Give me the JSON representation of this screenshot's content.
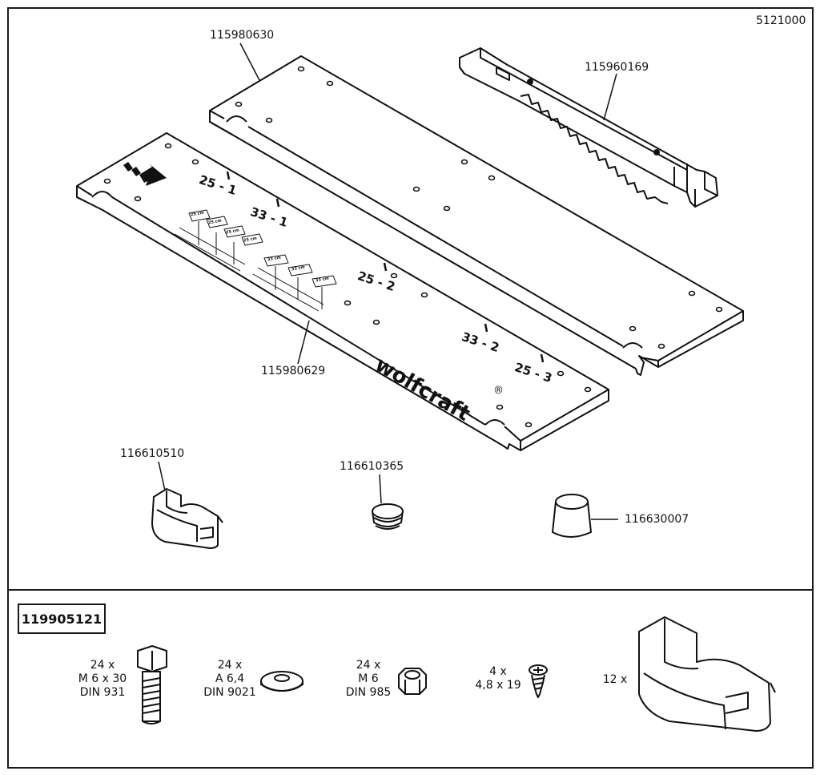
{
  "doc_number": "5121000",
  "parts": {
    "top_plate": "115980630",
    "blade": "115960169",
    "bottom_plate": "115980629",
    "clamp": "116610510",
    "plug": "116610365",
    "cap": "116630007"
  },
  "plate_marks": {
    "m25_1": "25 - 1",
    "m33_1": "33 - 1",
    "m25_2": "25 - 2",
    "m33_2": "33 - 2",
    "m25_3": "25 - 3",
    "brand": "wolfcraft",
    "registered": "®",
    "cm25": "25 cm",
    "cm33": "33 cm"
  },
  "kit": {
    "number": "119905121",
    "items": [
      {
        "qty": "24 x",
        "size": "M 6 x 30",
        "norm": "DIN 931"
      },
      {
        "qty": "24 x",
        "size": "A 6,4",
        "norm": "DIN 9021"
      },
      {
        "qty": "24 x",
        "size": "M 6",
        "norm": "DIN 985"
      },
      {
        "qty": "4 x",
        "size": "4,8 x 19"
      },
      {
        "qty": "12 x"
      }
    ]
  }
}
